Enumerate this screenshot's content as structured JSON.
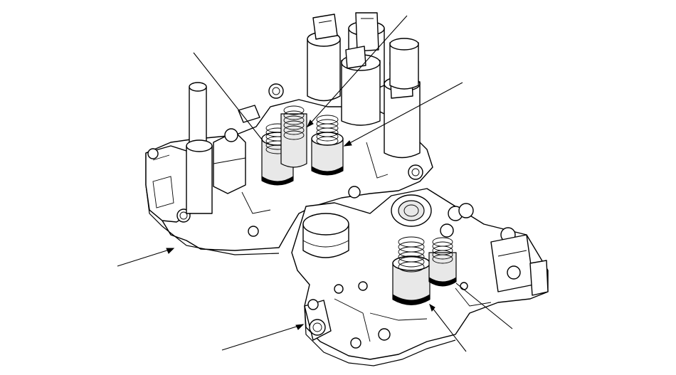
{
  "figure": {
    "kind": "technical-exploded-view",
    "colors": {
      "line": "#000000",
      "background": "#ffffff"
    },
    "callouts": [
      {
        "id": "callout-upper-body",
        "text": ""
      },
      {
        "id": "callout-upper-solenoid",
        "text": ""
      },
      {
        "id": "callout-upper-spring-left",
        "text": ""
      },
      {
        "id": "callout-upper-spring-right",
        "text": ""
      },
      {
        "id": "callout-lower-body",
        "text": ""
      },
      {
        "id": "callout-lower-spring-left",
        "text": ""
      },
      {
        "id": "callout-lower-spring-right",
        "text": ""
      }
    ]
  }
}
